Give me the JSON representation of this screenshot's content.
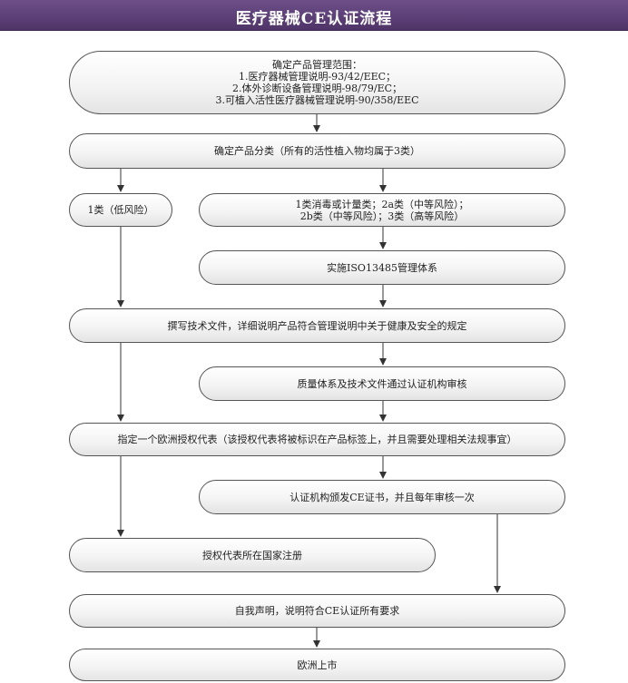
{
  "title": "医疗器械CE认证流程",
  "steps": {
    "scope": "确定产品管理范围：\n1.医疗器械管理说明-93/42/EEC；\n2.体外诊断设备管理说明-98/79/EC；\n3.可植入活性医疗器械管理说明-90/358/EEC",
    "classify": "确定产品分类（所有的活性植入物均属于3类）",
    "class_low": "1类（低风险）",
    "class_other": "1类消毒或计量类；2a类（中等风险）；\n2b类（中等风险）；3类（高等风险）",
    "iso": "实施ISO13485管理体系",
    "tech_file": "撰写技术文件，详细说明产品符合管理说明中关于健康及安全的规定",
    "audit": "质量体系及技术文件通过认证机构审核",
    "rep": "指定一个欧洲授权代表（该授权代表将被标识在产品标签上，并且需要处理相关法规事宜）",
    "certificate": "认证机构颁发CE证书，并且每年审核一次",
    "register": "授权代表所在国家注册",
    "declaration": "自我声明，说明符合CE认证所有要求",
    "market": "欧洲上市"
  }
}
